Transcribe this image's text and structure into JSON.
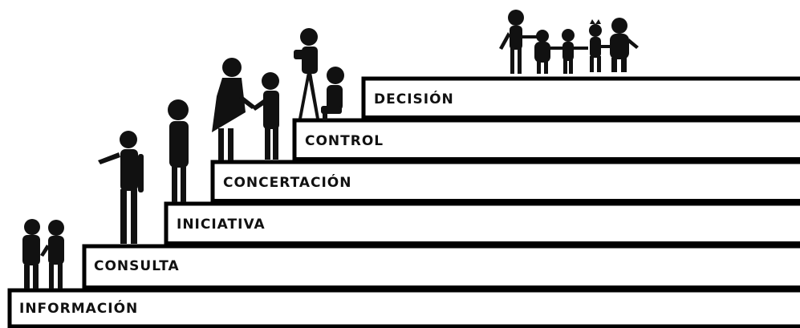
{
  "steps": [
    {
      "label": "INFORMACIÓN"
    },
    {
      "label": "CONSULTA"
    },
    {
      "label": "INICIATIVA"
    },
    {
      "label": "CONCERTACIÓN"
    },
    {
      "label": "CONTROL"
    },
    {
      "label": "DECISIÓN"
    }
  ],
  "colors": {
    "ink": "#000000",
    "background": "#ffffff"
  },
  "icons": [
    "person-silhouette-icon",
    "child-silhouette-icon",
    "camera-tripod-icon"
  ]
}
